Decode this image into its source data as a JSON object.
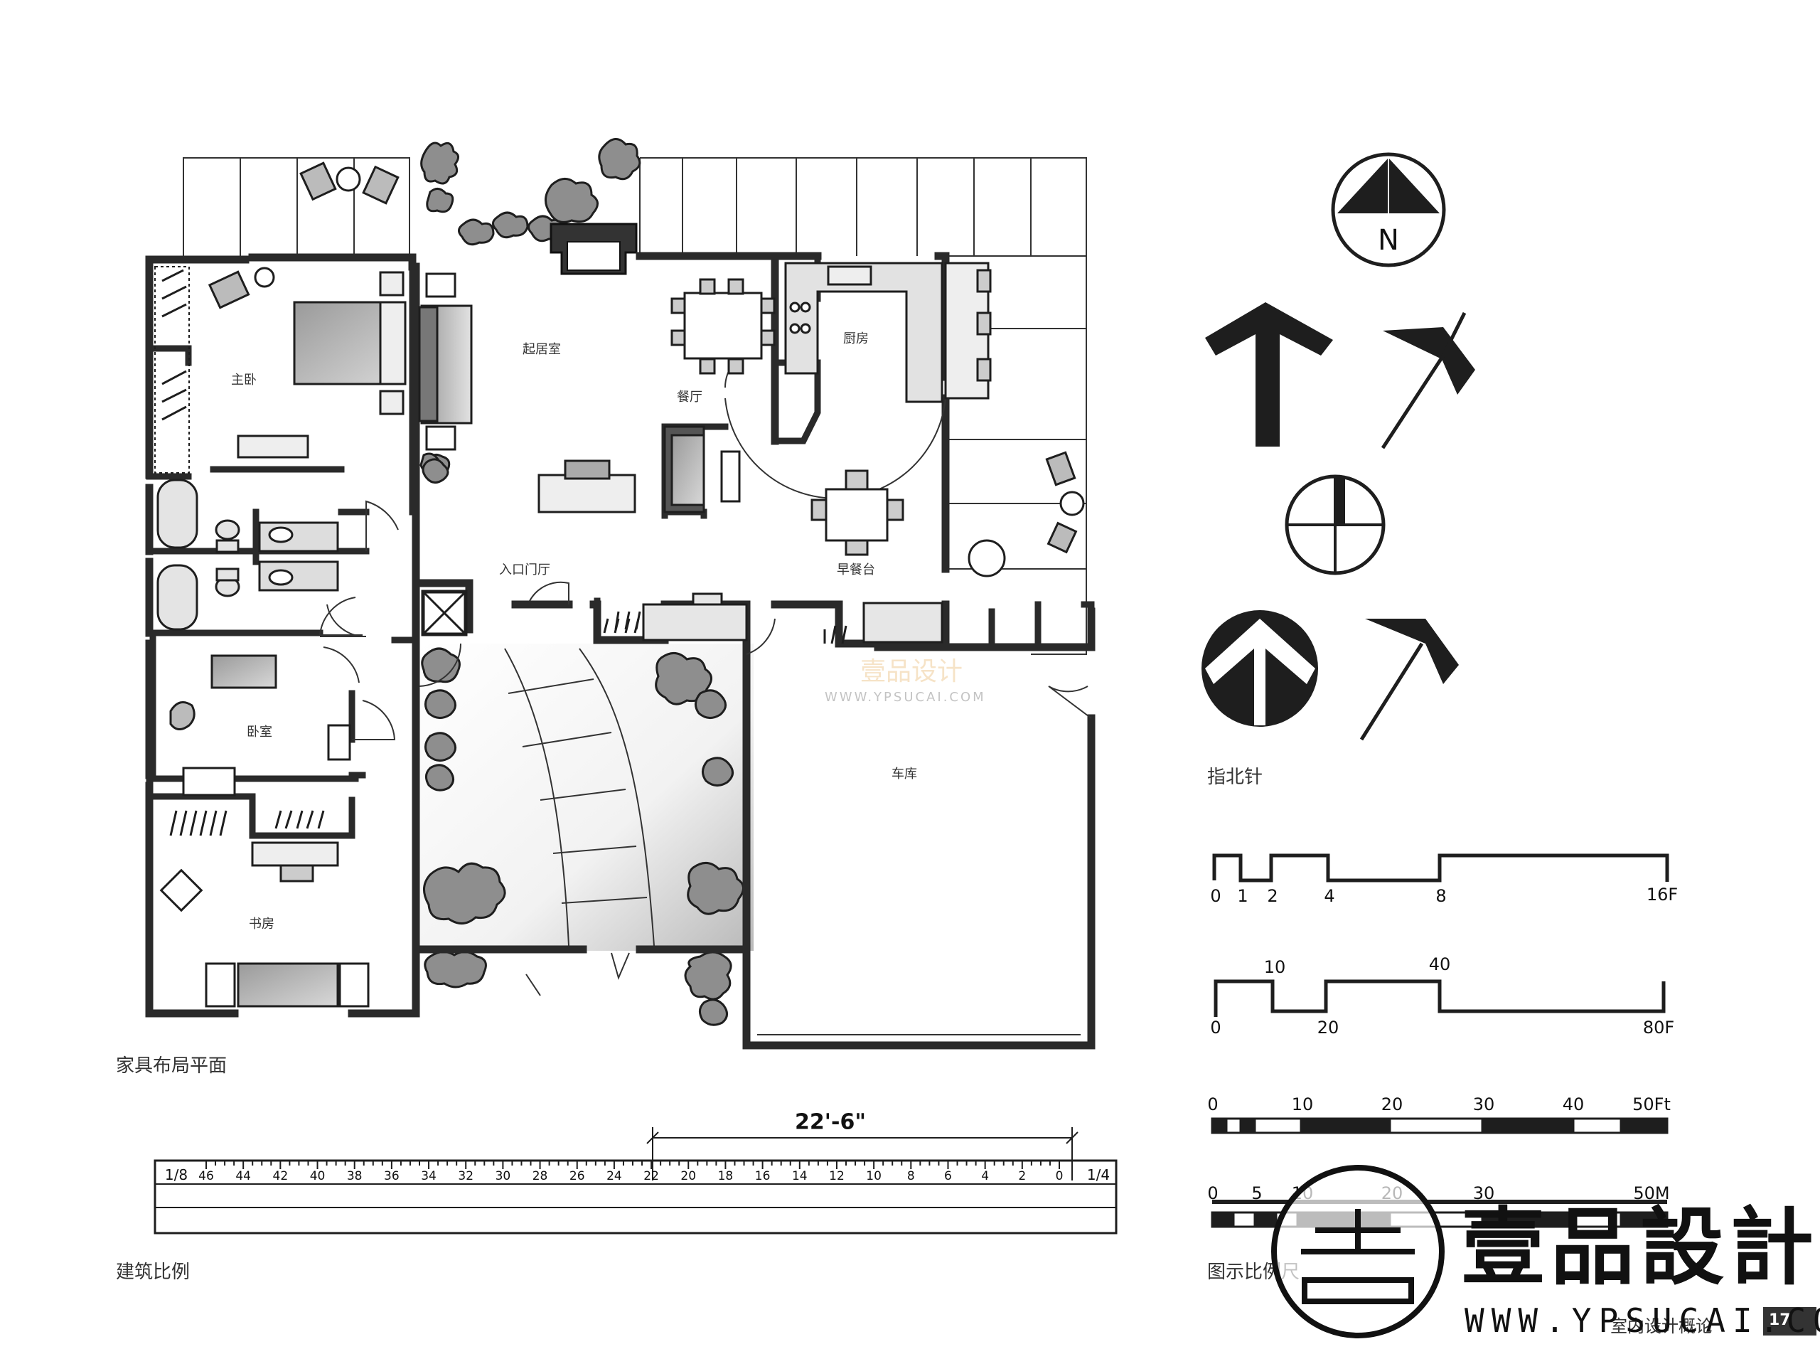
{
  "captions": {
    "plan": "家具布局平面",
    "architect_scale": "建筑比例",
    "north_arrows": "指北针",
    "graphic_scale": "图示比例尺",
    "footer": "室内设计概论",
    "page_number": "17"
  },
  "rooms": {
    "master_bedroom": "主卧",
    "living_room": "起居室",
    "kitchen": "厨房",
    "dining": "餐厅",
    "breakfast": "早餐台",
    "entry": "入口门厅",
    "bedroom": "卧室",
    "study": "书房",
    "garage": "车库"
  },
  "north_arrow": {
    "letter": "N"
  },
  "scale_bar_1": {
    "ticks": [
      "0",
      "1",
      "2",
      "4",
      "8"
    ],
    "end": "16F"
  },
  "scale_bar_2": {
    "top_labels": [
      "10",
      "40"
    ],
    "bottom_labels": [
      "0",
      "20"
    ],
    "end": "80F"
  },
  "scale_bar_3": {
    "labels": [
      "0",
      "10",
      "20",
      "30",
      "40"
    ],
    "end": "50Ft"
  },
  "scale_bar_4": {
    "labels": [
      "0",
      "5",
      "10",
      "20",
      "30"
    ],
    "end": "50M"
  },
  "ruler": {
    "dimension": "22'-6\"",
    "left_end": "1/8",
    "right_end": "1/4",
    "ticks": [
      "46",
      "44",
      "42",
      "40",
      "38",
      "36",
      "34",
      "32",
      "30",
      "28",
      "26",
      "24",
      "22",
      "20",
      "18",
      "16",
      "14",
      "12",
      "10",
      "8",
      "6",
      "4",
      "2",
      "0"
    ]
  },
  "watermark": {
    "brand": "壹品設計",
    "url": "WWW.YPSUCAI.COM",
    "seal_char": "壹",
    "center_brand": "壹品设计",
    "center_url": "WWW.YPSUCAI.COM"
  },
  "colors": {
    "ink": "#1e1e1e",
    "wall": "#2a2a2a",
    "furniture_fill": "#d9d9d9",
    "dark_fill": "#8a8a8a"
  }
}
